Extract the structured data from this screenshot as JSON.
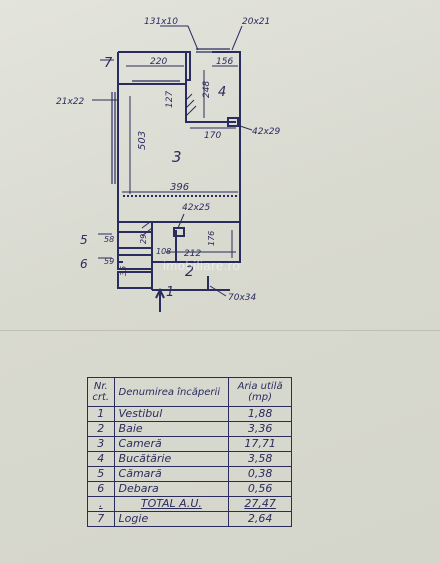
{
  "plan": {
    "side_markers": {
      "loggia": "7",
      "storage": "5",
      "closet": "6"
    },
    "entrance_label": "1",
    "room_numbers": {
      "bathroom": "2",
      "room": "3",
      "kitchen": "4"
    },
    "dims": {
      "window_top": "131x10",
      "window_kitchen": "20x21",
      "window_left": "21x22",
      "duct_kitchen": "42x29",
      "duct_bath": "42x25",
      "door_entrance": "70x34",
      "loggia_width": "220",
      "kitchen_width": "156",
      "kitchen_height": "248",
      "kitchen_inner_width": "170",
      "room_height": "503",
      "room_width": "396",
      "closet_height": "127",
      "storage_width": "58",
      "closet_width": "59",
      "small_a": "35",
      "small_b": "29",
      "small_c": "108",
      "bath_width": "212",
      "bath_height": "176"
    }
  },
  "watermark": "imobiliare.ro",
  "table": {
    "headers": {
      "nr": "Nr. crt.",
      "name": "Denumirea încăperii",
      "area": "Aria utilă (mp)"
    },
    "rows": [
      {
        "nr": "1",
        "name": "Vestibul",
        "area": "1,88"
      },
      {
        "nr": "2",
        "name": "Baie",
        "area": "3,36"
      },
      {
        "nr": "3",
        "name": "Cameră",
        "area": "17,71"
      },
      {
        "nr": "4",
        "name": "Bucătărie",
        "area": "3,58"
      },
      {
        "nr": "5",
        "name": "Cămară",
        "area": "0,38"
      },
      {
        "nr": "6",
        "name": "Debara",
        "area": "0,56"
      }
    ],
    "total": {
      "nr": ".",
      "name": "TOTAL A.U.",
      "area": "27,47"
    },
    "extra": {
      "nr": "7",
      "name": "Logie",
      "area": "2,64"
    }
  }
}
